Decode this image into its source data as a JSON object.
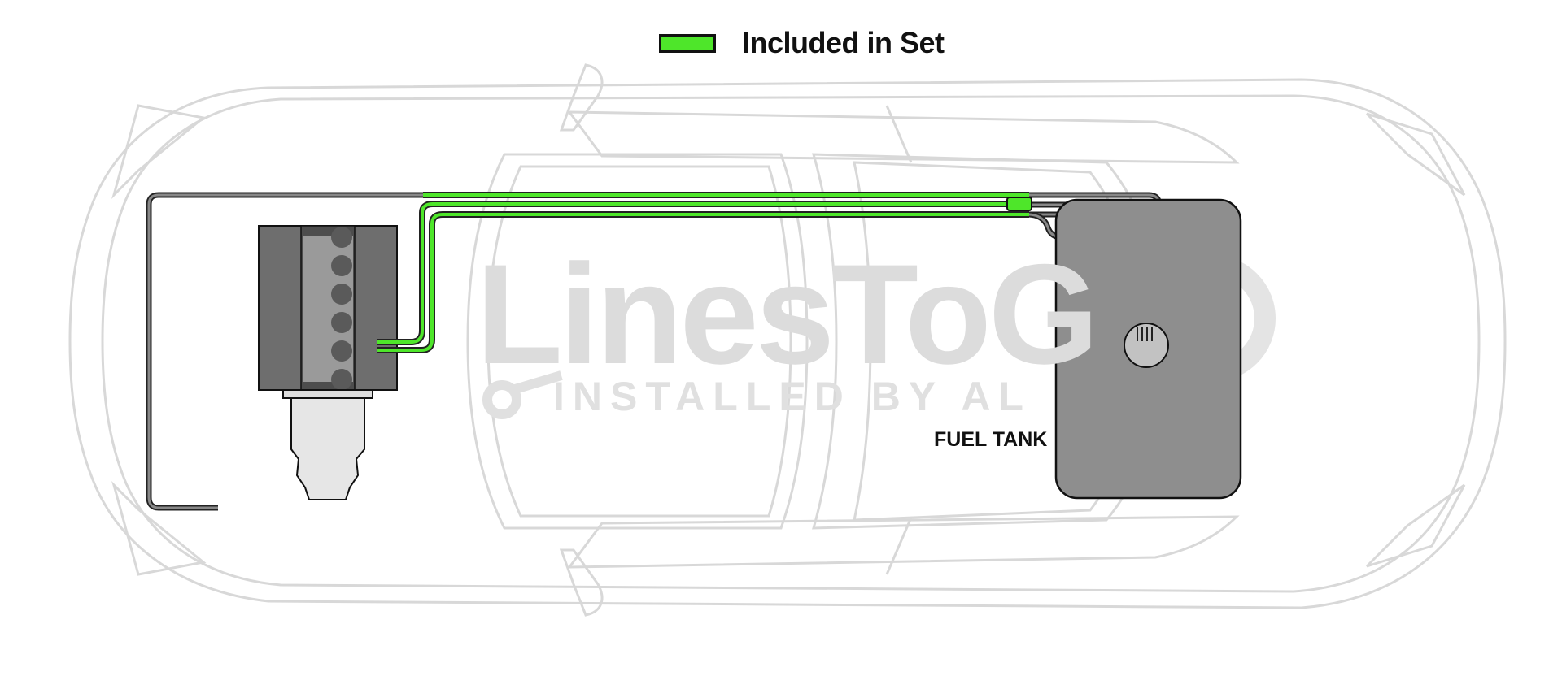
{
  "legend": {
    "label": "Included in Set",
    "swatch_color": "#4ee62a"
  },
  "labels": {
    "fuel_tank": "FUEL TANK"
  },
  "watermark": {
    "title": "LinesToG",
    "subtitle": "INSTALLED BY AL"
  },
  "colors": {
    "included_line": "#4ee62a",
    "existing_line": "#666666",
    "car_outline": "#d8d8d8",
    "tank_fill": "#8e8e8e"
  }
}
